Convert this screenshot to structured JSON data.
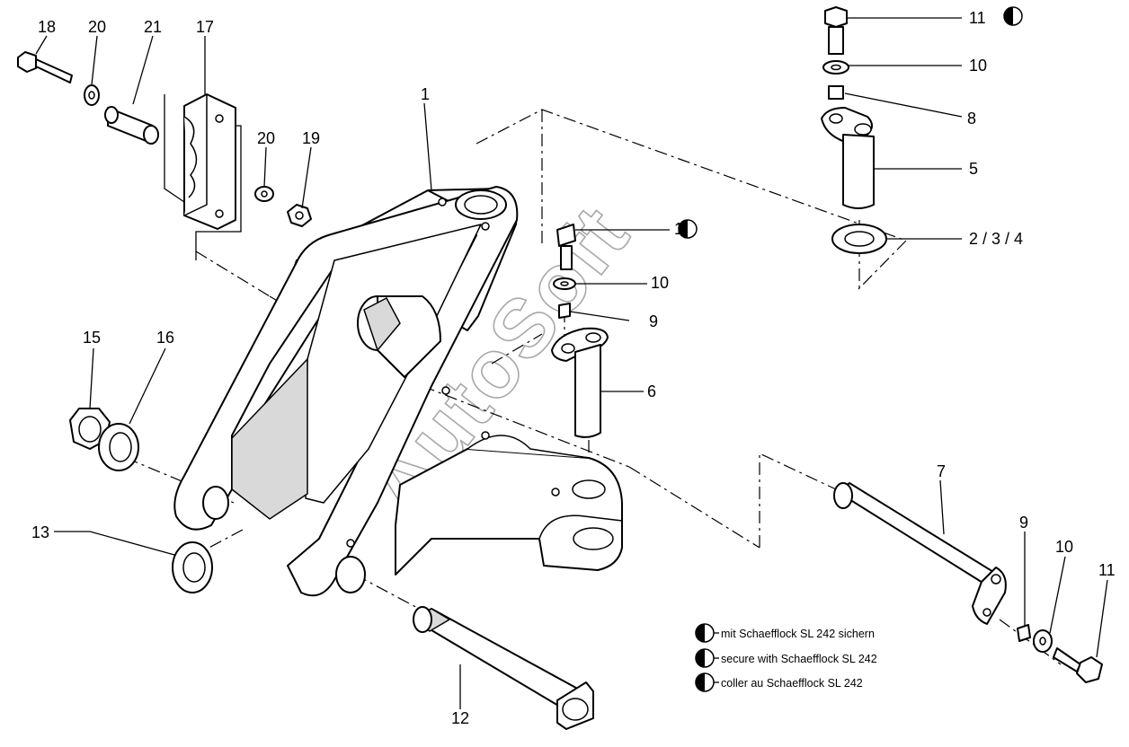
{
  "drawing_title": "",
  "watermark": "AutoSoft",
  "callouts": {
    "c1": "1",
    "c2_3_4": "2 / 3 / 4",
    "c5": "5",
    "c6": "6",
    "c7": "7",
    "c8": "8",
    "c9_center": "9",
    "c9_right": "9",
    "c10_top": "10",
    "c10_center": "10",
    "c10_right": "10",
    "c11_top": "11",
    "c11_center": "11",
    "c11_right": "11",
    "c12": "12",
    "c13": "13",
    "c15": "15",
    "c16": "16",
    "c17": "17",
    "c18": "18",
    "c19": "19",
    "c20_top": "20",
    "c20_mid": "20",
    "c21": "21"
  },
  "legend": {
    "symbol": "half-filled-circle-icon",
    "items": [
      "mit Schaefflock SL 242 sichern",
      "secure with Schaefflock SL 242",
      "coller au Schaefflock SL 242"
    ]
  },
  "colors": {
    "line": "#000000",
    "shade": "#d9d9d9",
    "watermark": "#a8a8a8",
    "background": "#ffffff"
  }
}
